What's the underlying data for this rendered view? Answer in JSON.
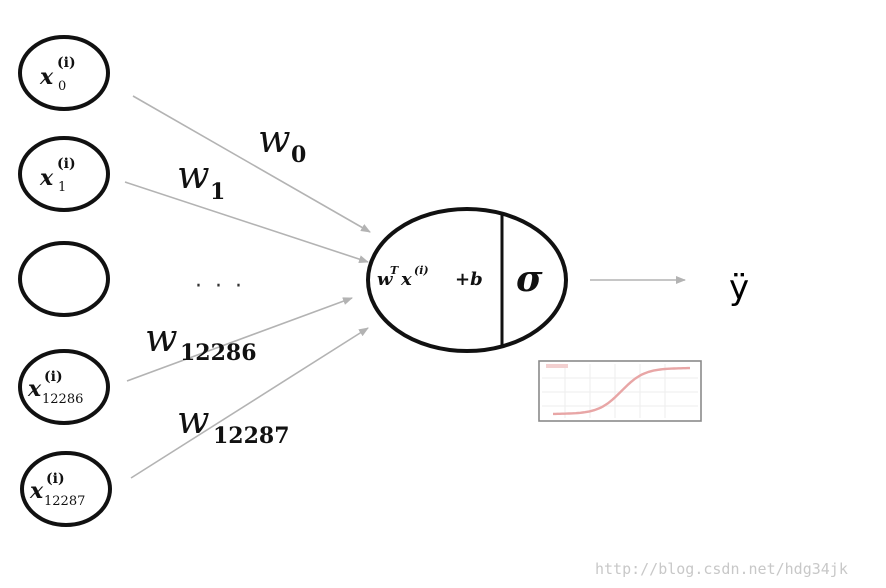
{
  "inputs": [
    {
      "main": "x",
      "sup": "(i)",
      "sub": "0"
    },
    {
      "main": "x",
      "sup": "(i)",
      "sub": "1"
    },
    {
      "main": "",
      "sup": "",
      "sub": ""
    },
    {
      "main": "x",
      "sup": "(i)",
      "sub": "12286"
    },
    {
      "main": "x",
      "sup": "(i)",
      "sub": "12287"
    }
  ],
  "weights": [
    {
      "main": "w",
      "sub": "0"
    },
    {
      "main": "w",
      "sub": "1"
    },
    {
      "main": "w",
      "sub": "12286"
    },
    {
      "main": "w",
      "sub": "12287"
    }
  ],
  "ellipsis": "· · ·",
  "neuron": {
    "linear": {
      "w": "w",
      "T": "T",
      "x": "x",
      "sup": "(i)",
      "plus_b": "+b"
    },
    "activation": "σ"
  },
  "output": "ÿ",
  "sigmoid_thumbnail": {
    "curve": "sigmoid",
    "color": "#e8a6a6"
  },
  "watermark": "http://blog.csdn.net/hdg34jk"
}
